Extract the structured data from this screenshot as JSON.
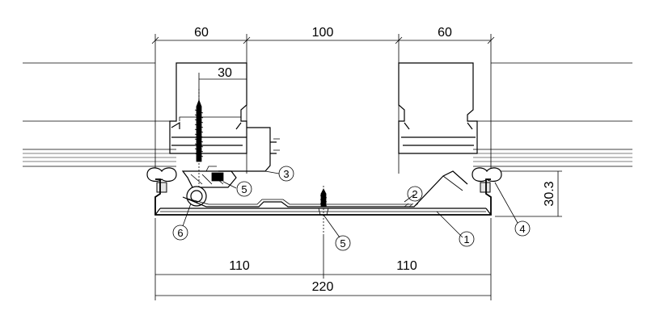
{
  "dimensions": {
    "top_left": "60",
    "top_middle": "100",
    "top_right": "60",
    "screw_offset": "30",
    "height_right": "30.3",
    "bottom_left": "110",
    "bottom_right": "110",
    "bottom_total": "220"
  },
  "callouts": [
    {
      "id": "callout-1",
      "label": "1"
    },
    {
      "id": "callout-2",
      "label": "2"
    },
    {
      "id": "callout-3",
      "label": "3"
    },
    {
      "id": "callout-4",
      "label": "4"
    },
    {
      "id": "callout-5a",
      "label": "5"
    },
    {
      "id": "callout-5b",
      "label": "5"
    },
    {
      "id": "callout-6",
      "label": "6"
    }
  ]
}
